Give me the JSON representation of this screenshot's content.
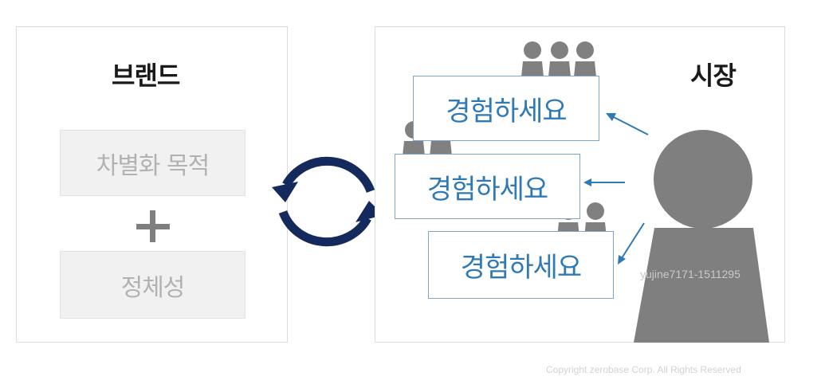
{
  "brand": {
    "title": "브랜드",
    "purpose": "차별화 목적",
    "identity": "정체성"
  },
  "market": {
    "title": "시장",
    "experience_boxes": [
      "경험하세요",
      "경험하세요",
      "경험하세요"
    ]
  },
  "watermark": "yujine7171-1511295",
  "copyright": "Copyright zerobase Corp. All Rights Reserved",
  "colors": {
    "cycle_arrows": "#142a5c",
    "experience_text": "#2f79b5",
    "people_icon": "#808080",
    "pointer_arrows": "#2f79b5"
  },
  "icons": [
    "plus-icon",
    "cycle-arrows-icon",
    "people-icon",
    "person-silhouette-icon",
    "arrow-icon"
  ]
}
